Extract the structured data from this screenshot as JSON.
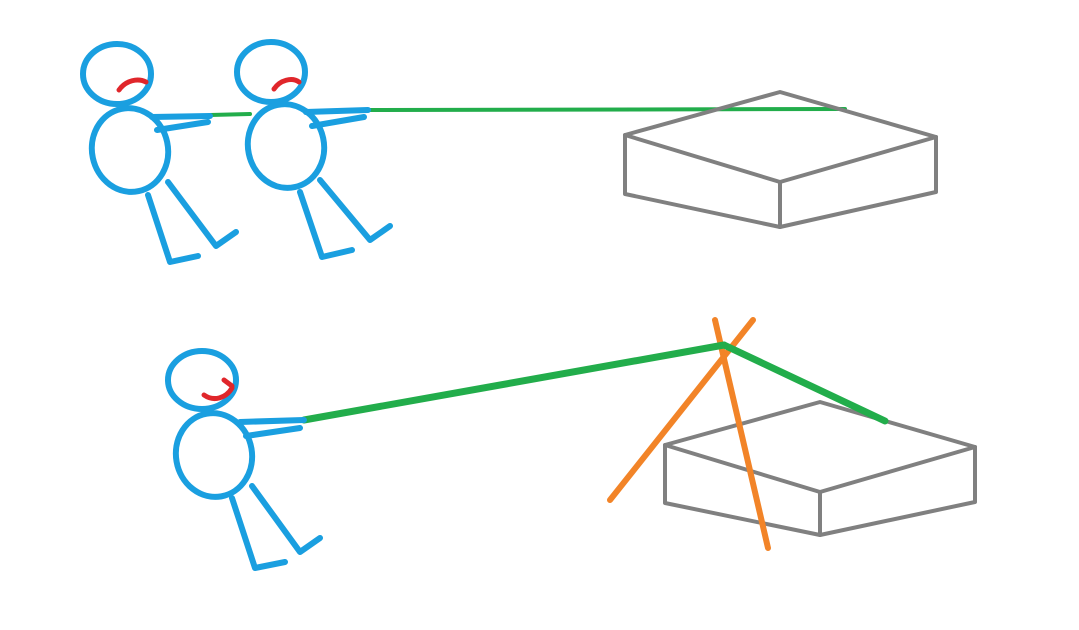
{
  "colors": {
    "figure": "#1a9fe0",
    "mouth": "#e0262b",
    "rope": "#22ad4b",
    "box": "#808080",
    "pole": "#f28428",
    "background": "#ffffff"
  },
  "top_scene": {
    "figures": 2,
    "rope": "straight",
    "box": "block"
  },
  "bottom_scene": {
    "figures": 1,
    "rope": "over-pulley",
    "support": "crossed-poles",
    "box": "block"
  }
}
